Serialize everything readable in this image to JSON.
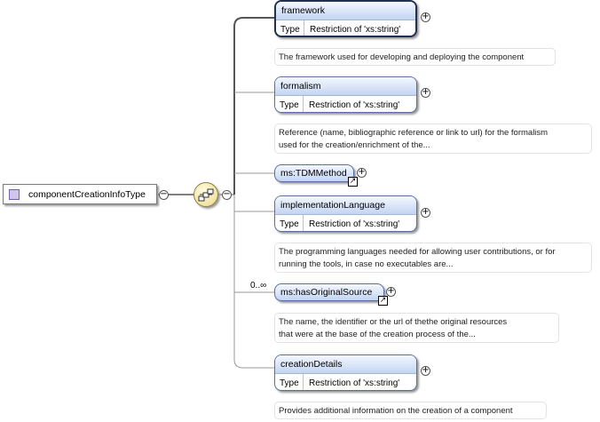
{
  "root": {
    "label": "componentCreationInfoType"
  },
  "type_label": "Type",
  "elements": {
    "framework": {
      "label": "framework",
      "type": "Restriction of 'xs:string'",
      "doc": "The framework used for developing and deploying the component"
    },
    "formalism": {
      "label": "formalism",
      "type": "Restriction of 'xs:string'",
      "doc1": "Reference (name, bibliographic reference or link to url) for the formalism",
      "doc2": "used for the creation/enrichment of the..."
    },
    "tdm": {
      "label": "ms:TDMMethod"
    },
    "impl": {
      "label": "implementationLanguage",
      "type": "Restriction of 'xs:string'",
      "doc1": "The programming languages needed for allowing user contributions, or for",
      "doc2": "running the tools, in case no executables are..."
    },
    "orig": {
      "label": "ms:hasOriginalSource",
      "card": "0..∞",
      "doc1": "The name, the identifier or the url of thethe original resources",
      "doc2": "that were at the base of the creation process of the..."
    },
    "creation": {
      "label": "creationDetails",
      "type": "Restriction of 'xs:string'",
      "doc": "Provides additional information on the creation of a component"
    }
  },
  "symbols": {
    "expand": "+",
    "collapse": "−",
    "ref": "↗"
  },
  "icons": {
    "root": "complex-type-icon",
    "sequence": "sequence-compositor-icon"
  }
}
